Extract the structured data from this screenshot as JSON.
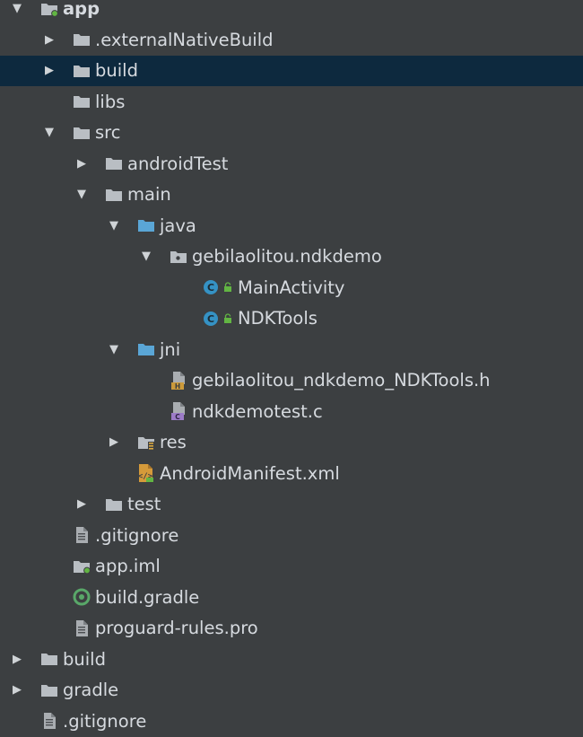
{
  "colors": {
    "background": "#3c3f41",
    "selection": "#0d293e",
    "text": "#d6dadf",
    "folder": "#b9bec3",
    "source_folder": "#5aa6d6",
    "class_badge": "#3592c4"
  },
  "tree": [
    {
      "label": "app",
      "depth": 0,
      "expanded": true,
      "icon": "module-folder-icon",
      "bold": true
    },
    {
      "label": ".externalNativeBuild",
      "depth": 1,
      "expanded": false,
      "icon": "folder-icon"
    },
    {
      "label": "build",
      "depth": 1,
      "expanded": false,
      "icon": "folder-icon",
      "selected": true
    },
    {
      "label": "libs",
      "depth": 1,
      "icon": "folder-icon"
    },
    {
      "label": "src",
      "depth": 1,
      "expanded": true,
      "icon": "folder-icon"
    },
    {
      "label": "androidTest",
      "depth": 2,
      "expanded": false,
      "icon": "folder-icon"
    },
    {
      "label": "main",
      "depth": 2,
      "expanded": true,
      "icon": "folder-icon"
    },
    {
      "label": "java",
      "depth": 3,
      "expanded": true,
      "icon": "source-folder-icon"
    },
    {
      "label": "gebilaolitou.ndkdemo",
      "depth": 4,
      "expanded": true,
      "icon": "package-icon"
    },
    {
      "label": "MainActivity",
      "depth": 5,
      "icon": "class-icon"
    },
    {
      "label": "NDKTools",
      "depth": 5,
      "icon": "class-icon"
    },
    {
      "label": "jni",
      "depth": 3,
      "expanded": true,
      "icon": "source-folder-icon"
    },
    {
      "label": "gebilaolitou_ndkdemo_NDKTools.h",
      "depth": 4,
      "icon": "h-file-icon"
    },
    {
      "label": "ndkdemotest.c",
      "depth": 4,
      "icon": "c-file-icon"
    },
    {
      "label": "res",
      "depth": 3,
      "expanded": false,
      "icon": "resource-folder-icon"
    },
    {
      "label": "AndroidManifest.xml",
      "depth": 3,
      "icon": "manifest-file-icon"
    },
    {
      "label": "test",
      "depth": 2,
      "expanded": false,
      "icon": "folder-icon"
    },
    {
      "label": ".gitignore",
      "depth": 1,
      "icon": "text-file-icon"
    },
    {
      "label": "app.iml",
      "depth": 1,
      "icon": "iml-file-icon"
    },
    {
      "label": "build.gradle",
      "depth": 1,
      "icon": "gradle-file-icon"
    },
    {
      "label": "proguard-rules.pro",
      "depth": 1,
      "icon": "text-file-icon"
    },
    {
      "label": "build",
      "depth": 0,
      "expanded": false,
      "icon": "folder-icon"
    },
    {
      "label": "gradle",
      "depth": 0,
      "expanded": false,
      "icon": "folder-icon"
    },
    {
      "label": ".gitignore",
      "depth": 0,
      "icon": "text-file-icon"
    }
  ]
}
